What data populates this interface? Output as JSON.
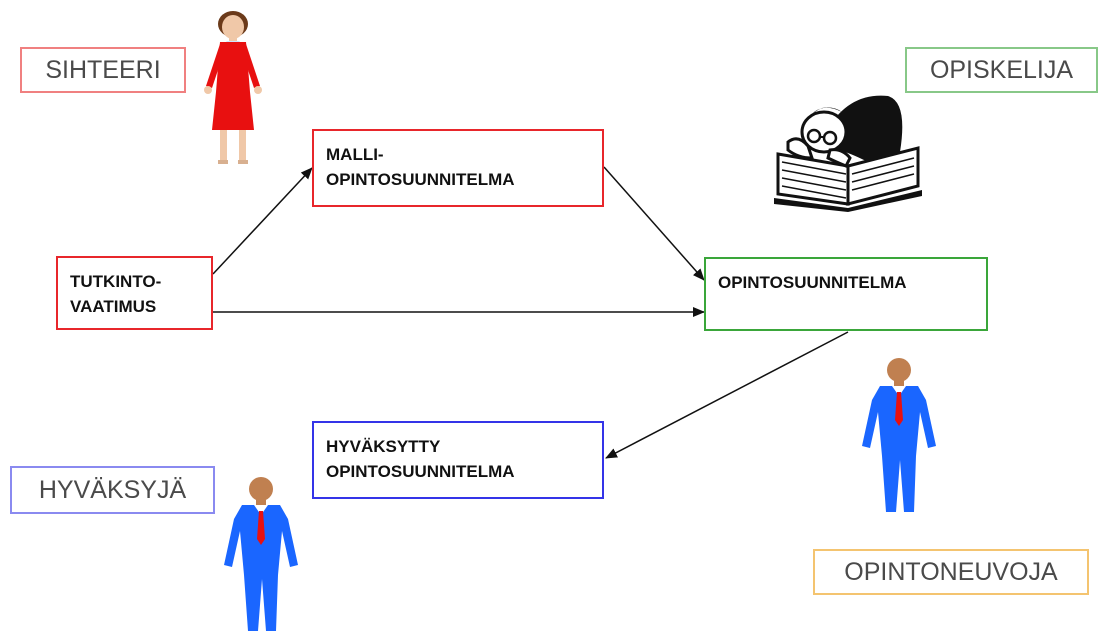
{
  "roles": {
    "sihteeri": "SIHTEERI",
    "opiskelija": "OPISKELIJA",
    "hyvaksyja": "HYVÄKSYJÄ",
    "opintoneuvoja": "OPINTONEUVOJA"
  },
  "nodes": {
    "tutkintovaatimus": {
      "line1": "TUTKINTO-",
      "line2": "VAATIMUS"
    },
    "malli": {
      "line1": "MALLI-",
      "line2": "OPINTOSUUNNITELMA"
    },
    "opintosuunnitelma": {
      "line1": "OPINTOSUUNNITELMA"
    },
    "hyvaksytty": {
      "line1": "HYVÄKSYTTY",
      "line2": "OPINTOSUUNNITELMA"
    }
  },
  "colors": {
    "red": "#e8262b",
    "green": "#3aa63a",
    "blue": "#3434e8",
    "pink": "#f08080",
    "lightgreen": "#88c888",
    "lightblue": "#8a8af0",
    "orange": "#f4c470",
    "suit": "#1a66ff",
    "skin": "#c08050",
    "dress": "#e81010"
  },
  "icons": [
    "woman-figure-icon",
    "reading-student-icon",
    "man-figure-icon"
  ]
}
